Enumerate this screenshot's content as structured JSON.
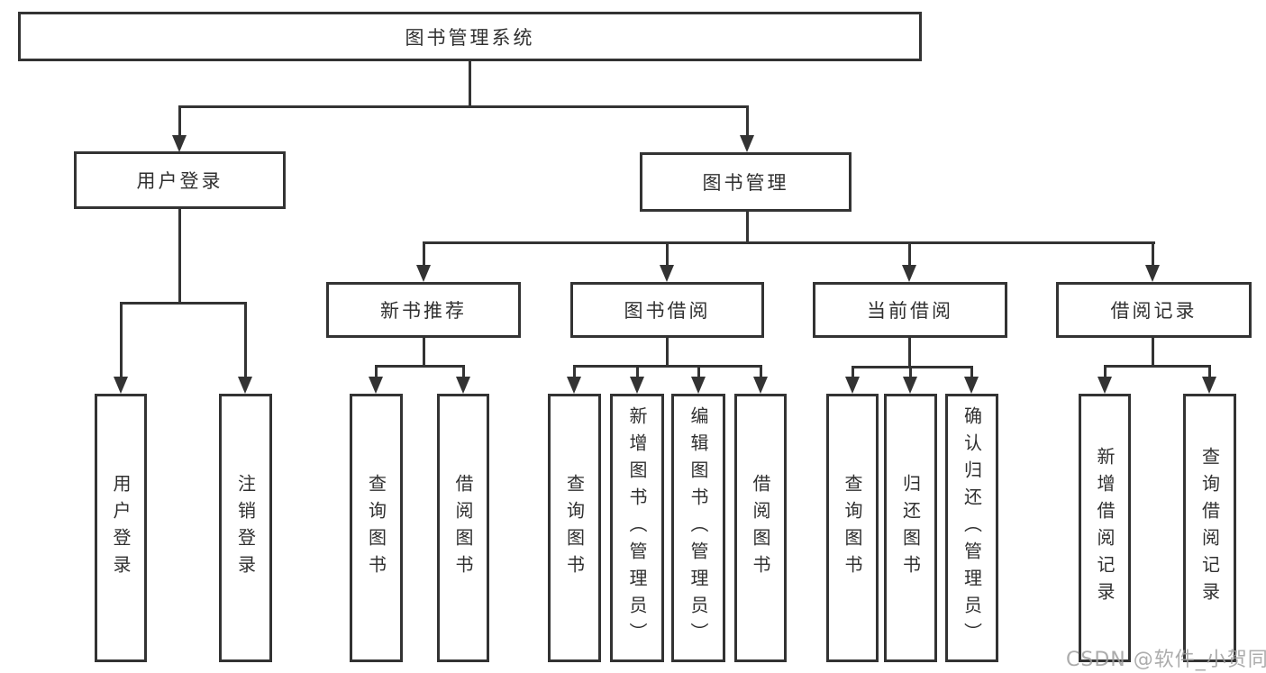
{
  "diagram": {
    "tree": {
      "label": "图书管理系统",
      "children": [
        {
          "label": "用户登录",
          "children": [
            {
              "label": "用户登录"
            },
            {
              "label": "注销登录"
            }
          ]
        },
        {
          "label": "图书管理",
          "children": [
            {
              "label": "新书推荐",
              "children": [
                {
                  "label": "查询图书"
                },
                {
                  "label": "借阅图书"
                }
              ]
            },
            {
              "label": "图书借阅",
              "children": [
                {
                  "label": "查询图书"
                },
                {
                  "label": "新增图书（管理员）"
                },
                {
                  "label": "编辑图书（管理员）"
                },
                {
                  "label": "借阅图书"
                }
              ]
            },
            {
              "label": "当前借阅",
              "children": [
                {
                  "label": "查询图书"
                },
                {
                  "label": "归还图书"
                },
                {
                  "label": "确认归还（管理员）"
                }
              ]
            },
            {
              "label": "借阅记录",
              "children": [
                {
                  "label": "新增借阅记录"
                },
                {
                  "label": "查询借阅记录"
                }
              ]
            }
          ]
        }
      ]
    }
  },
  "watermark": {
    "text": "CSDN @软件_小贺同学",
    "color": "#9e9e9e"
  },
  "colors": {
    "line": "#333333",
    "text": "#303030",
    "box_background": "#ffffff",
    "page_background": "#ffffff"
  }
}
